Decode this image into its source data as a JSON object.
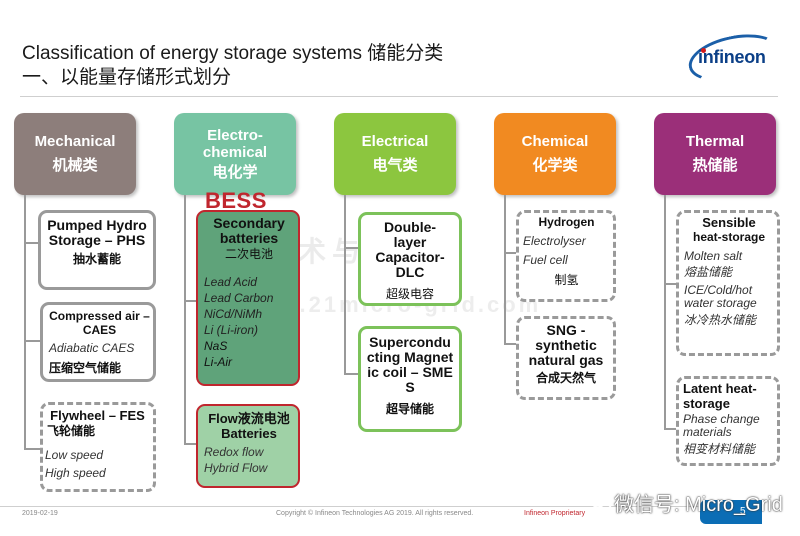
{
  "header": {
    "title": "Classification of energy storage systems 储能分类",
    "subtitle": "一、以能量存储形式划分",
    "logo_text": "infineon"
  },
  "categories": [
    {
      "en": "Mechanical",
      "zh": "机械类",
      "color": "#8d7e7b"
    },
    {
      "en": "Electro-chemical",
      "zh": "电化学",
      "color": "#77c4a3"
    },
    {
      "en": "Electrical",
      "zh": "电气类",
      "color": "#8cc63f"
    },
    {
      "en": "Chemical",
      "zh": "化学类",
      "color": "#f18a21"
    },
    {
      "en": "Thermal",
      "zh": "热储能",
      "color": "#9b2f79"
    }
  ],
  "bess_label": "BESS",
  "mechanical": {
    "phs": {
      "title": "Pumped Hydro Storage – PHS",
      "zh": "抽水蓄能"
    },
    "caes": {
      "title": "Compressed air –CAES",
      "item": "Adiabatic CAES",
      "zh": "压缩空气储能"
    },
    "fes": {
      "title": "Flywheel – FES",
      "zh": "飞轮储能",
      "items": [
        "Low speed",
        "High speed"
      ]
    }
  },
  "electrochemical": {
    "secondary": {
      "title": "Secondary batteries",
      "zh": "二次电池",
      "items": [
        "Lead Acid",
        "Lead Carbon",
        "NiCd/NiMh",
        "Li (Li-iron)",
        "NaS",
        "Li-Air"
      ]
    },
    "flow": {
      "title_a": "Flow液流电池",
      "title_b": "Batteries",
      "items": [
        "Redox flow",
        "Hybrid Flow"
      ]
    }
  },
  "electrical": {
    "dlc": {
      "title": "Double-layer Capacitor-DLC",
      "zh": "超级电容"
    },
    "smes": {
      "title": "Superconducting Magnetic coil – SMES",
      "zh": "超导储能"
    }
  },
  "chemical": {
    "hydrogen": {
      "title": "Hydrogen",
      "items": [
        "Electrolyser",
        "Fuel cell"
      ],
      "zh": "制氢"
    },
    "sng": {
      "title": "SNG - synthetic natural gas",
      "zh": "合成天然气"
    }
  },
  "thermal": {
    "sensible": {
      "title_a": "Sensible",
      "title_b": "heat-storage",
      "items": [
        "Molten salt",
        "熔盐储能",
        "ICE/Cold/hot water storage",
        "冰冷热水储能"
      ]
    },
    "latent": {
      "title": "Latent heat-storage",
      "items": [
        "Phase change materials",
        "相变材料储能"
      ]
    }
  },
  "watermark": {
    "line1": "电子技术与新能源",
    "line2": "www.21micro-grid.com"
  },
  "footer": {
    "date": "2019-02-19",
    "copyright": "Copyright © Infineon Technologies AG 2019. All rights reserved.",
    "proprietary": "Infineon Proprietary",
    "page": "5",
    "wechat": "微信号: Micro_Grid"
  }
}
